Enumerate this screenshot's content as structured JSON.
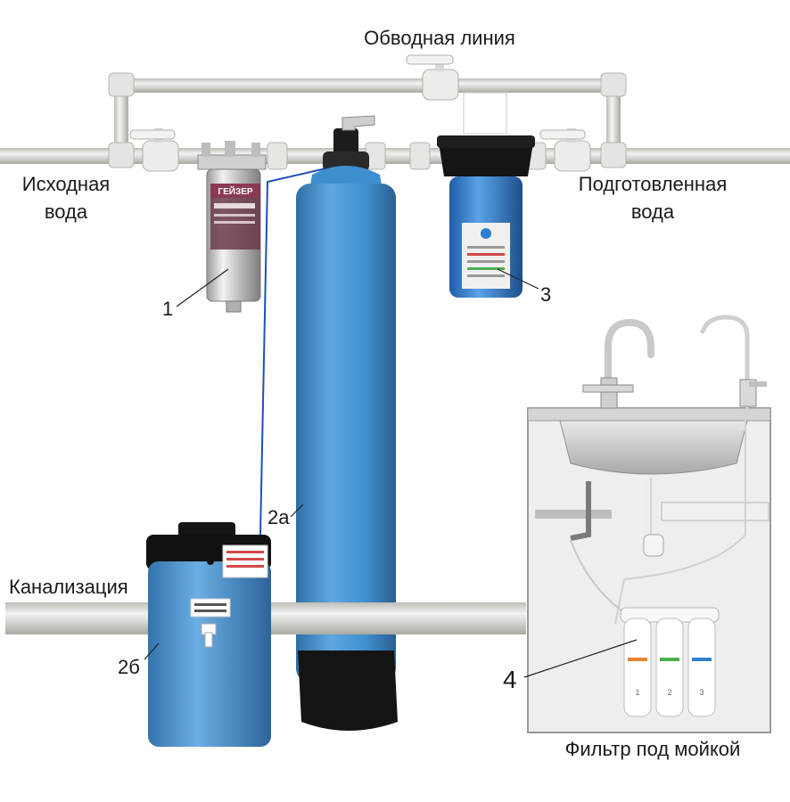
{
  "labels": {
    "bypass_line": "Обводная линия",
    "source_water_1": "Исходная",
    "source_water_2": "вода",
    "treated_water_1": "Подготовленная",
    "treated_water_2": "вода",
    "sewer": "Канализация",
    "under_sink_filter": "Фильтр под мойкой"
  },
  "callouts": {
    "c1": "1",
    "c2a": "2а",
    "c2b": "2б",
    "c3": "3",
    "c4": "4"
  },
  "product_text": {
    "prefilter_brand": "ГЕЙЗЕР",
    "cartridge_numbers": [
      "1",
      "2",
      "3"
    ]
  },
  "colors": {
    "pipe": "#d9d9d4",
    "tank_blue": "#3f8fcf",
    "filter_blue": "#2f7fd0",
    "steel": "#c8c8c8",
    "cabinet": "#eeeeee"
  }
}
